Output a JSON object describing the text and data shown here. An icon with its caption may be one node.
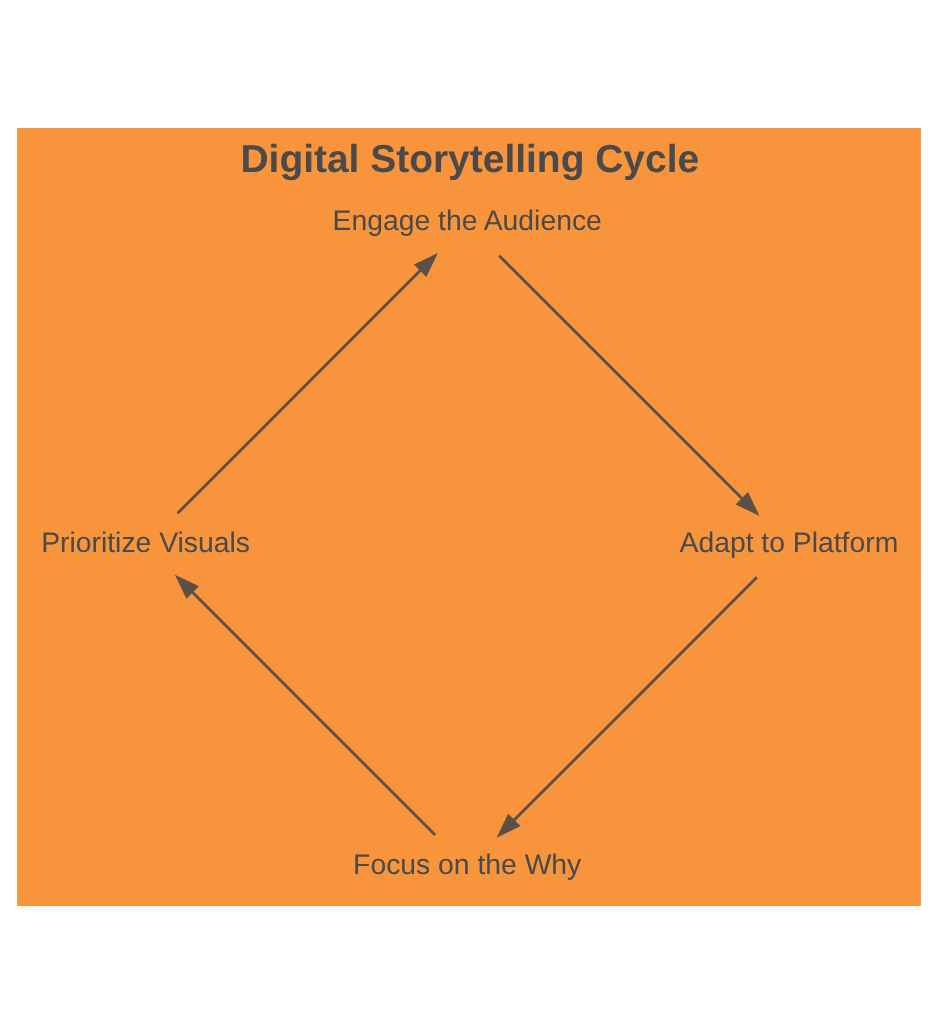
{
  "diagram": {
    "title": "Digital Storytelling Cycle",
    "nodes": [
      {
        "text": [
          "Focus on the Why"
        ]
      },
      {
        "text": [
          "Prioritize Visuals"
        ]
      },
      {
        "text": [
          "Engage the Audience"
        ]
      },
      {
        "text": [
          "Adapt to Platform"
        ]
      }
    ],
    "edges": [
      {
        "from": 0,
        "to": 1,
        "arrow": "to"
      },
      {
        "from": 1,
        "to": 2,
        "arrow": "to"
      },
      {
        "from": 2,
        "to": 3,
        "arrow": "to"
      },
      {
        "from": 3,
        "to": 0,
        "arrow": "to"
      }
    ]
  }
}
